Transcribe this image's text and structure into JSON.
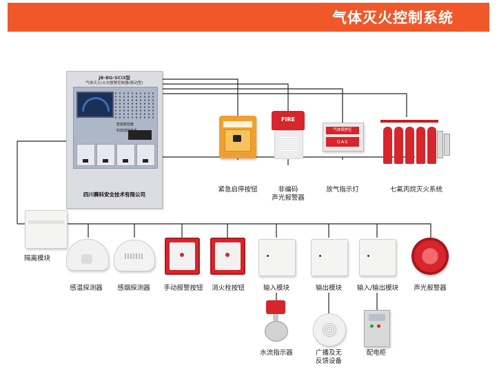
{
  "header": {
    "title": "气体灭火控制系统",
    "color": "#f0582a"
  },
  "panel": {
    "model": "JB-BG-SCi3型",
    "subtitle": "气体灭火/火灾报警控制器(联动型)",
    "brand_line1": "智能数控盘",
    "brand_line2": "科技成就未来",
    "company": "四川赛科安全技术有限公司"
  },
  "top_devices": {
    "emergency_button": "紧急启停按钮",
    "non_coded_alarm_line1": "非编码",
    "non_coded_alarm_line2": "声光报警器",
    "gas_release_light": "放气指示灯",
    "hfc_system": "七氟丙烷灭火系统",
    "fire_text": "FIRE",
    "gas_text": "GAS",
    "gas_banner": "气体保护区"
  },
  "bus_devices": {
    "isolation_module": "隔离模块",
    "heat_detector": "感温探测器",
    "smoke_detector": "感烟探测器",
    "manual_alarm_button": "手动报警按钮",
    "hydrant_button": "消火栓按钮",
    "input_module": "输入模块",
    "output_module": "输出模块",
    "io_module": "输入/输出模块",
    "sound_light_alarm": "声光报警器"
  },
  "sub_devices": {
    "water_flow_indicator": "水流指示器",
    "broadcast_line1": "广播及无",
    "broadcast_line2": "反馈设备",
    "distribution_cabinet": "配电柜"
  },
  "colors": {
    "accent": "#f0582a",
    "device_red": "#d6252b",
    "wire": "#222222"
  }
}
